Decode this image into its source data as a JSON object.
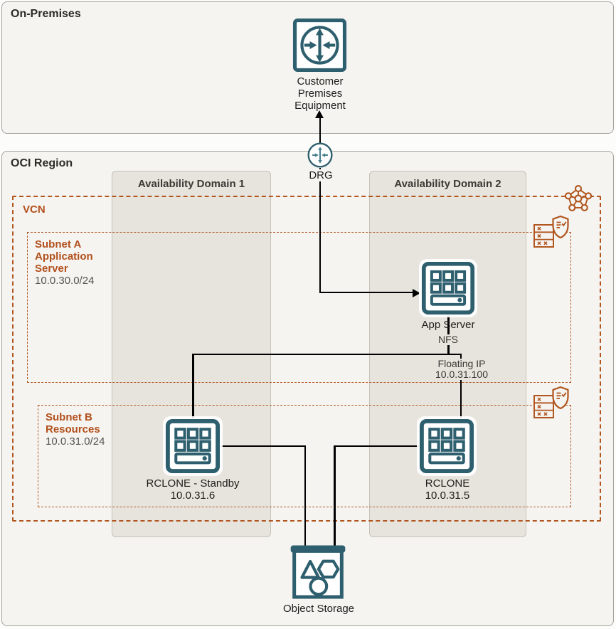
{
  "colors": {
    "teal": "#2e5f6e",
    "orange": "#b1561f",
    "line_black": "#000000",
    "box_fill": "#f5f4f1",
    "ad_fill": "#e7e4dd"
  },
  "on_premises": {
    "title": "On-Premises",
    "cpe": {
      "icon": "router-cpe-icon",
      "label_lines": [
        "Customer",
        "Premises",
        "Equipment"
      ]
    }
  },
  "oci_region": {
    "title": "OCI Region",
    "drg": {
      "label": "DRG"
    },
    "availability_domain_1": {
      "label": "Availability Domain 1"
    },
    "availability_domain_2": {
      "label": "Availability Domain 2"
    },
    "vcn": {
      "label": "VCN"
    },
    "subnet_a": {
      "title_lines": [
        "Subnet A",
        "Application",
        "Server"
      ],
      "cidr": "10.0.30.0/24"
    },
    "subnet_b": {
      "title_lines": [
        "Subnet B",
        "Resources"
      ],
      "cidr": "10.0.31.0/24"
    },
    "app_server": {
      "label": "App Server",
      "nfs_label": "NFS",
      "floating_ip_title": "Floating IP",
      "floating_ip": "10.0.31.100"
    },
    "rclone_standby": {
      "label": "RCLONE - Standby",
      "ip": "10.0.31.6"
    },
    "rclone": {
      "label": "RCLONE",
      "ip": "10.0.31.5"
    },
    "object_storage": {
      "label": "Object Storage"
    }
  }
}
